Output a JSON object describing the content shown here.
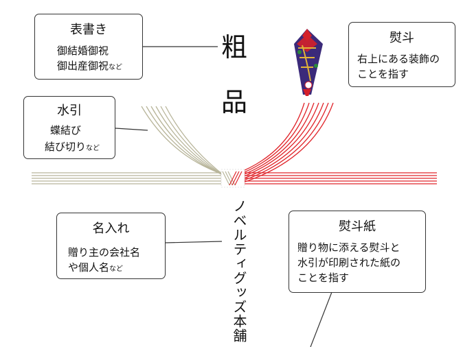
{
  "top_text": {
    "char1": "粗",
    "char2": "品"
  },
  "vertical_name": "ノベルティグッズ本舗",
  "boxes": {
    "omotegaki": {
      "title": "表書き",
      "line1": "御結婚御祝",
      "line2": "御出産御祝",
      "line2_suffix": "など"
    },
    "noshi": {
      "title": "熨斗",
      "line1": "右上にある装飾の",
      "line2": "ことを指す"
    },
    "mizuhiki": {
      "title": "水引",
      "line1": "蝶結び",
      "line2": "結び切り",
      "line2_suffix": "など"
    },
    "naire": {
      "title": "名入れ",
      "line1": "贈り主の会社名",
      "line2": "や個人名",
      "line2_suffix": "など"
    },
    "noshigami": {
      "title": "熨斗紙",
      "line1": "贈り物に添える熨斗と",
      "line2": "水引が印刷された紙の",
      "line3": "ことを指す"
    }
  },
  "colors": {
    "mizuhiki_left": "#b8b59a",
    "mizuhiki_right": "#e0242a",
    "noshi_purple": "#3b2a7a",
    "noshi_red": "#d4202a",
    "noshi_gold": "#e3b437"
  }
}
